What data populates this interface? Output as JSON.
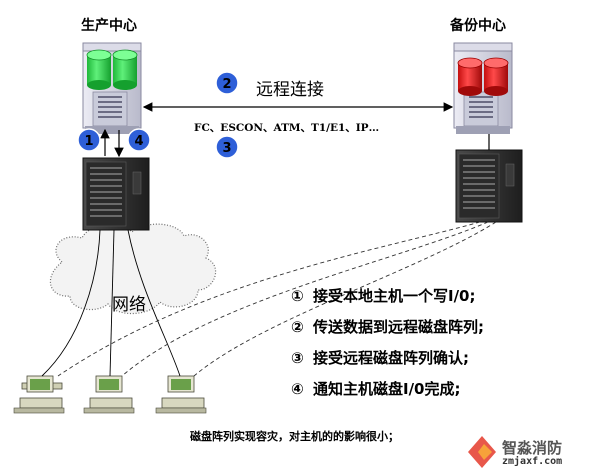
{
  "production_center": "生产中心",
  "backup_center": "备份中心",
  "remote_link_label": "远程连接",
  "protocols": "FC、ESCON、ATM、T1/E1、IP…",
  "network_label": "网络",
  "badges": [
    "1",
    "2",
    "3",
    "4"
  ],
  "steps": [
    {
      "num": "①",
      "text": "接受本地主机一个写I/0;"
    },
    {
      "num": "②",
      "text": "传送数据到远程磁盘阵列;"
    },
    {
      "num": "③",
      "text": "接受远程磁盘阵列确认;"
    },
    {
      "num": "④",
      "text": "通知主机磁盘I/0完成;"
    }
  ],
  "caption": "磁盘阵列实现容灾，对主机的的影响很小；",
  "watermark": {
    "name": "智淼消防",
    "url": "zmjaxf.com"
  },
  "colors": {
    "badge": "#2e5fd8",
    "disk_primary": "#2ed84a",
    "disk_backup": "#e01818",
    "cabinet": "#d9dae6"
  }
}
